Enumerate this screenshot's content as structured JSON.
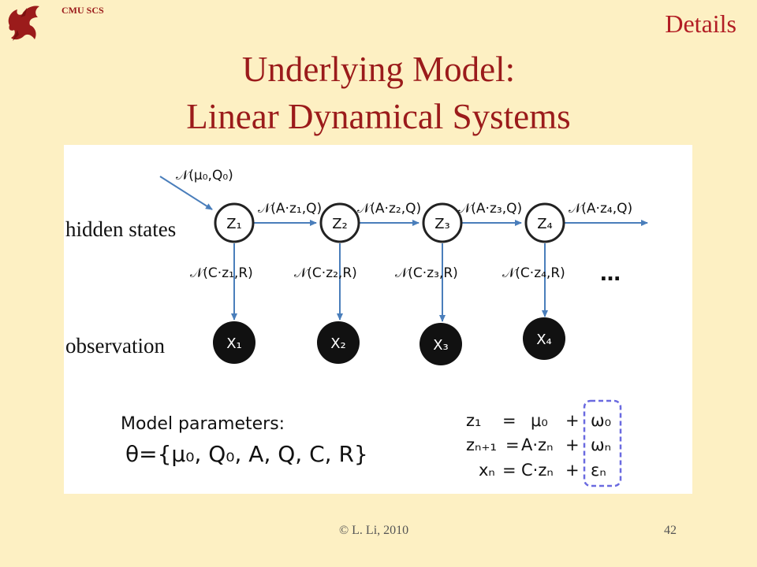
{
  "header": {
    "brand": "CMU SCS",
    "tag": "Details",
    "title_line1": "Underlying Model:",
    "title_line2": "Linear Dynamical Systems"
  },
  "diagram": {
    "row_labels": {
      "hidden": "hidden states",
      "observation": "observation"
    },
    "initial_label": "𝒩(μ₀,Q₀)",
    "hidden_nodes": [
      "Z₁",
      "Z₂",
      "Z₃",
      "Z₄"
    ],
    "transition_labels": [
      "𝒩(A·z₁,Q)",
      "𝒩(A·z₂,Q)",
      "𝒩(A·z₃,Q)",
      "𝒩(A·z₄,Q)"
    ],
    "emission_labels": [
      "𝒩(C·z₁,R)",
      "𝒩(C·z₂,R)",
      "𝒩(C·z₃,R)",
      "𝒩(C·z₄,R)"
    ],
    "ellipsis": "…",
    "observed_nodes": [
      "X₁",
      "X₂",
      "X₃",
      "X₄"
    ],
    "params_title": "Model parameters:",
    "params_formula": "θ={μ₀, Q₀, A, Q, C, R}",
    "equations": [
      {
        "lhs": "z₁",
        "eq": "=",
        "mid": "μ₀",
        "plus": "+",
        "noise": "ω₀"
      },
      {
        "lhs": "zₙ₊₁",
        "eq": "=",
        "mid": "A·zₙ",
        "plus": "+",
        "noise": "ωₙ"
      },
      {
        "lhs": "xₙ",
        "eq": "=",
        "mid": "C·zₙ",
        "plus": "+",
        "noise": "εₙ"
      }
    ],
    "colors": {
      "arrow": "#4a7ebb",
      "node_fill": "#111111",
      "dashed_box": "#6a6ae0"
    }
  },
  "footer": {
    "copyright": "© L. Li, 2010",
    "page": "42"
  }
}
